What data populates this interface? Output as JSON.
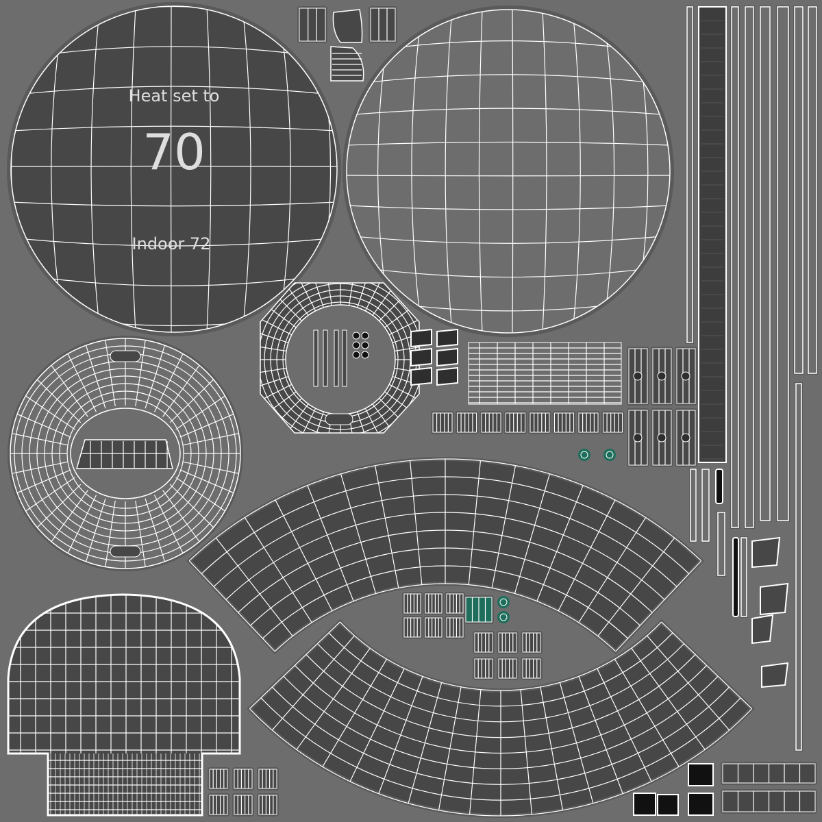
{
  "thermostat_face": {
    "heat_label": "Heat set to",
    "setpoint": "70",
    "indoor_label": "Indoor 72"
  },
  "colors": {
    "background": "#6d6d6d",
    "shell_fill": "#474747",
    "wire": "#ffffff",
    "outline": "#5a5a5a",
    "accent_teal": "#1f6e5c"
  }
}
